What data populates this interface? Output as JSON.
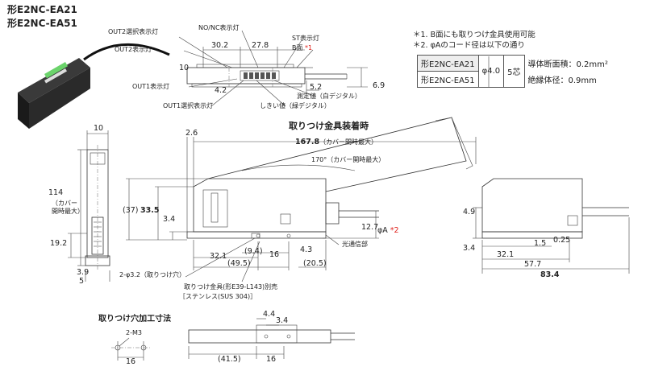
{
  "models": [
    "形E2NC-EA21",
    "形E2NC-EA51"
  ],
  "top_labels": {
    "out2_select": "OUT2選択表示灯",
    "nonc": "NO/NC表示灯",
    "out2_ind": "OUT2表示灯",
    "st": "ST表示灯",
    "b_face": "B面",
    "b_mark": "*1",
    "out1_ind": "OUT1表示灯",
    "out1_select": "OUT1選択表示灯",
    "measured": "測定値（白デジタル）",
    "threshold": "しきい値（緑デジタル）",
    "d30_2": "30.2",
    "d27_8": "27.8",
    "d10_top": "10",
    "d4_2": "4.2",
    "d5_2": "5.2",
    "d6_9": "6.9"
  },
  "notes": {
    "n1": "＊1. B面にも取りつけ金具使用可能",
    "n2": "＊2. φAのコード径は以下の通り"
  },
  "spec_table": {
    "rows": [
      {
        "model": "形E2NC-EA21"
      },
      {
        "model": "形E2NC-EA51"
      }
    ],
    "diameter": "φ4.0",
    "cores": "5芯",
    "conductor": "導体断面積：0.2mm²",
    "insulator": "絶縁体径：0.9mm"
  },
  "mount_title": "取りつけ金具装着時",
  "side_labels": {
    "d10": "10",
    "d114": "114",
    "cover_open": "（カバー\n開時最大）",
    "d19_2": "19.2",
    "d3_9": "3.9",
    "d5": "5"
  },
  "main_labels": {
    "d2_6": "2.6",
    "d167_8": "167.8",
    "cover_max": "（カバー開時最大）",
    "angle": "170°（カバー開時最大）",
    "d37": "(37)",
    "d33_5": "33.5",
    "d3_4": "3.4",
    "d12_7": "12.7",
    "phiA": "φA",
    "phiA_mark": "*2",
    "optical": "光通信部",
    "d9_4": "(9.4)",
    "d16": "16",
    "d4_3": "4.3",
    "d32_1": "32.1",
    "d49_5": "(49.5)",
    "d20_5": "(20.5)",
    "hole": "2-φ3.2（取りつけ穴）",
    "bracket1": "取りつけ金具(形E39-L143)別売",
    "bracket2": "［ステンレス(SUS 304)］"
  },
  "right_labels": {
    "d4_9": "4.9",
    "d3_4": "3.4",
    "d1_5": "1.5",
    "d0_25": "0.25",
    "d32_1": "32.1",
    "d57_7": "57.7",
    "d83_4": "83.4"
  },
  "hole_title": "取りつけ穴加工寸法",
  "hole_labels": {
    "m3": "2-M3",
    "d16": "16"
  },
  "bottom_labels": {
    "d4_4": "4.4",
    "d3_4": "3.4",
    "d41_5": "(41.5)",
    "d16": "16"
  }
}
